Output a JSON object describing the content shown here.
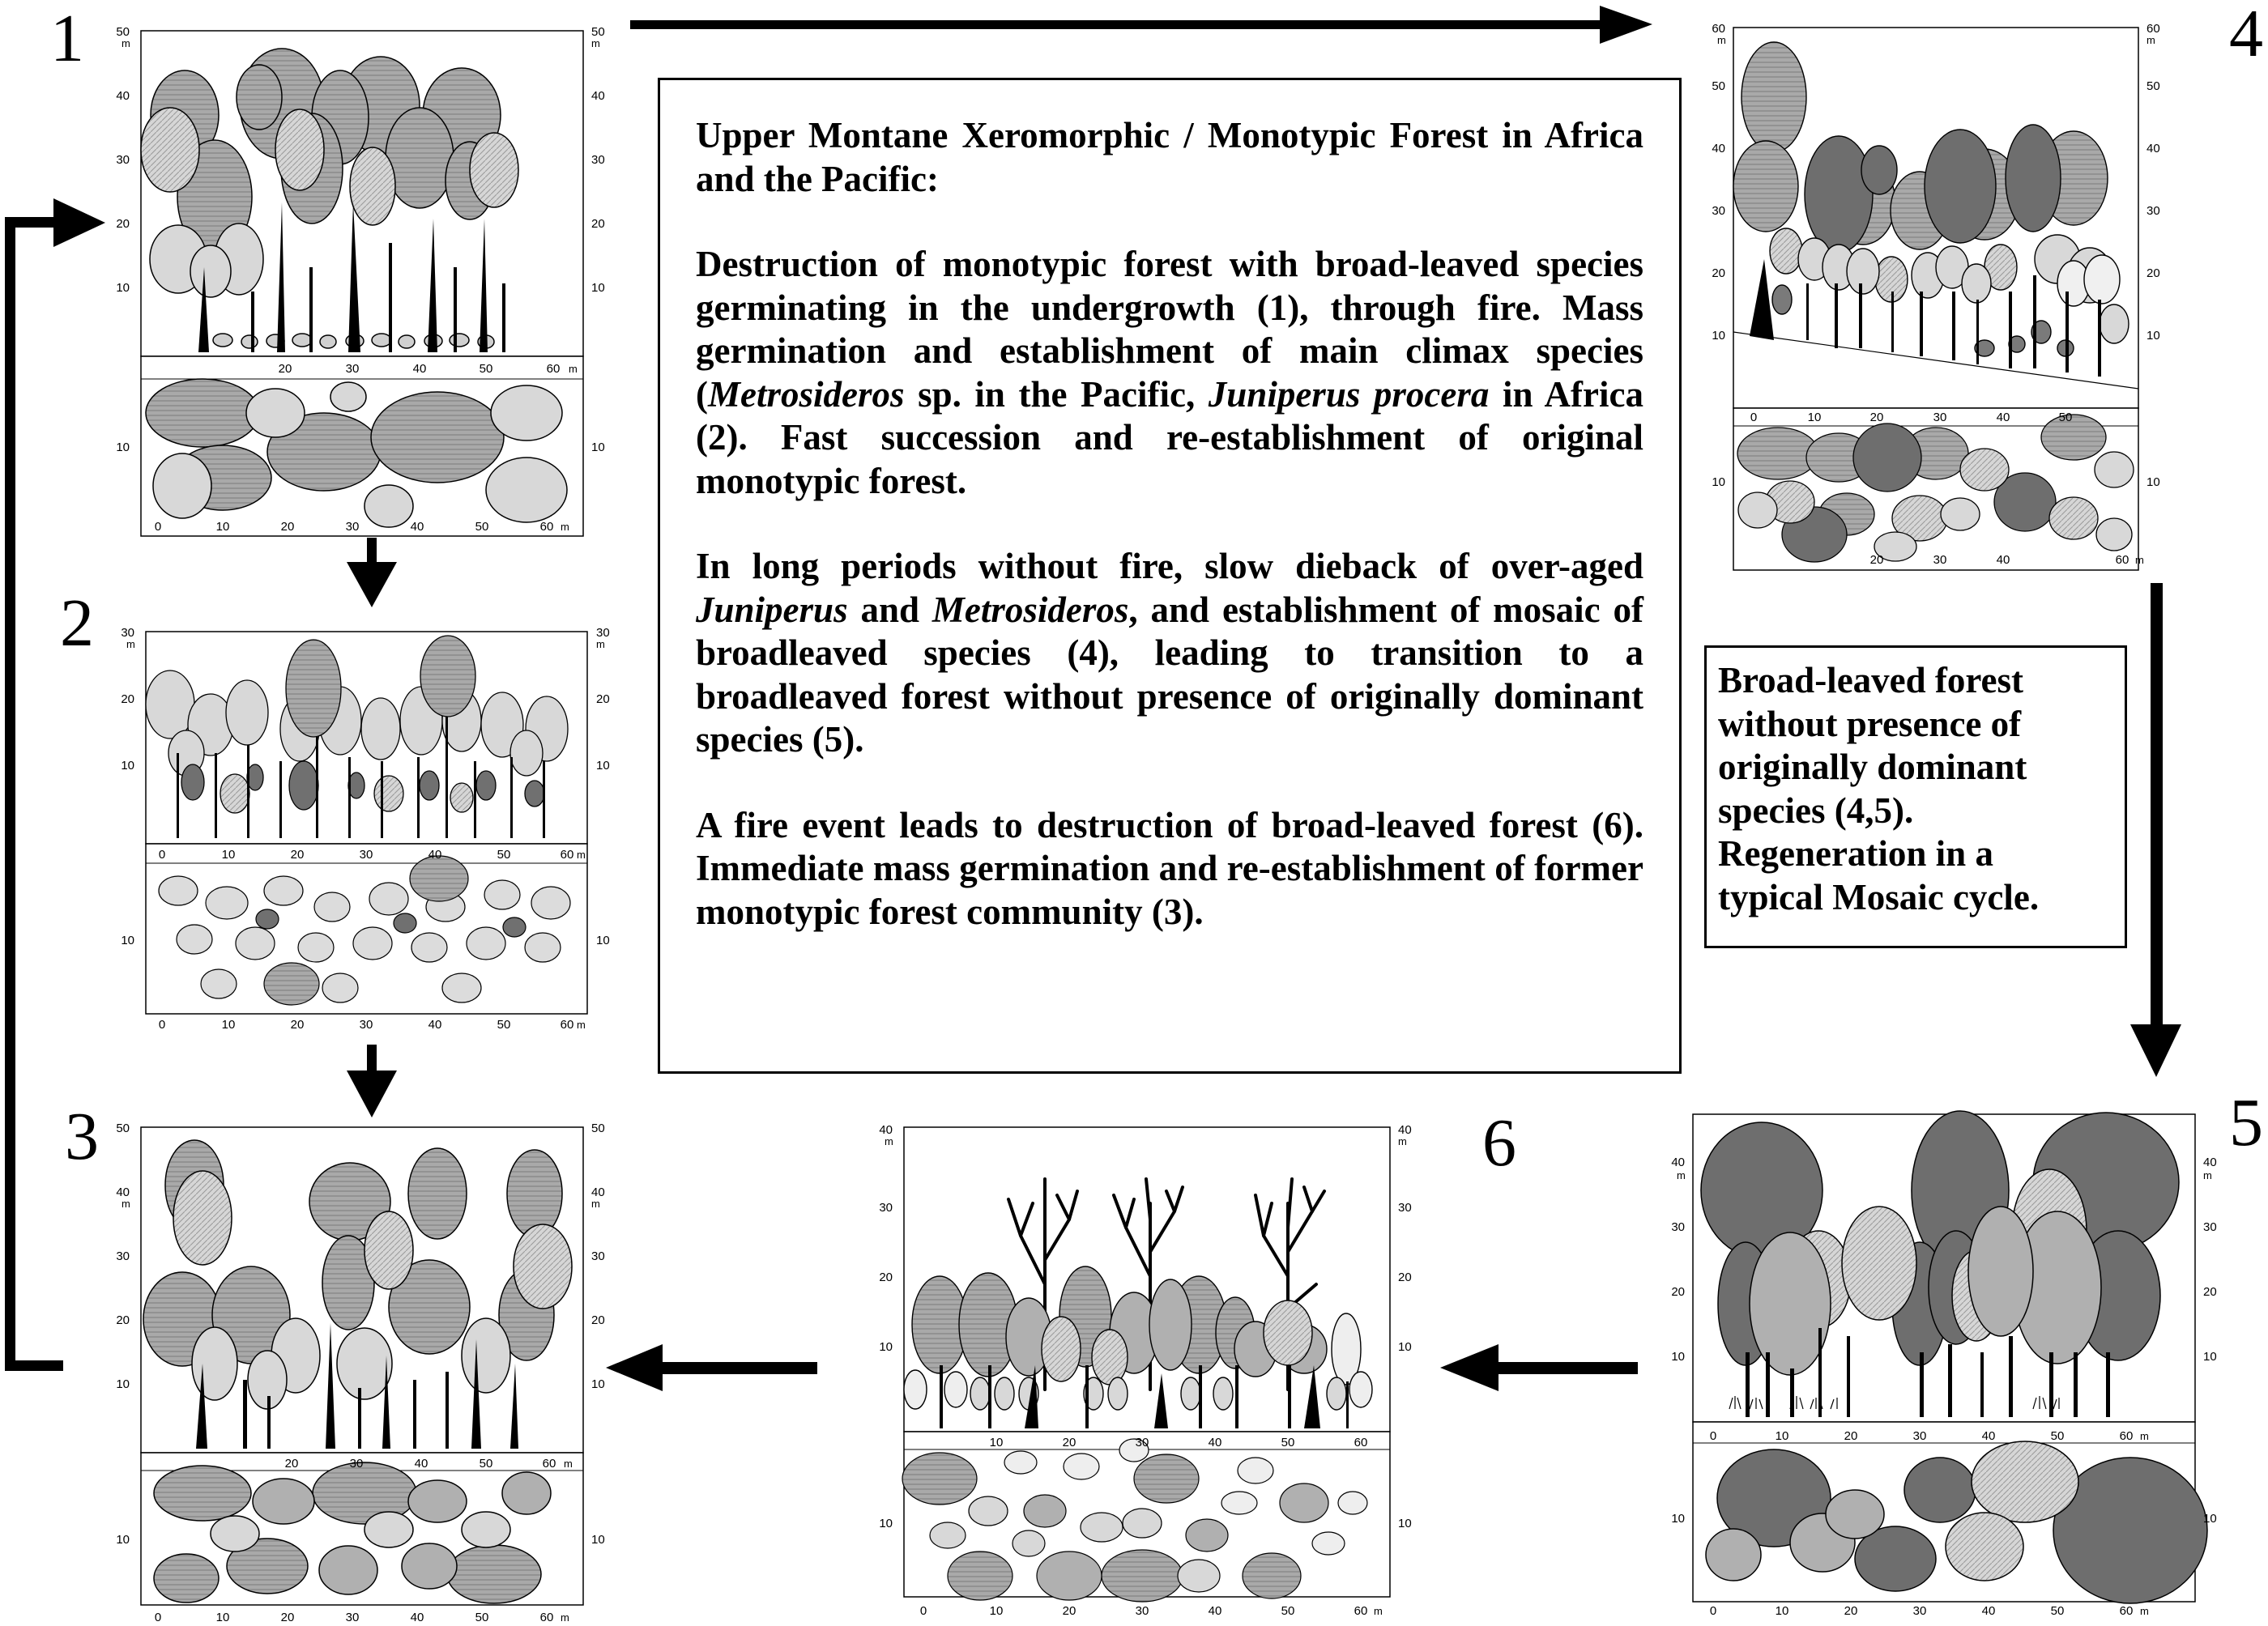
{
  "panels": [
    {
      "label": "1"
    },
    {
      "label": "2"
    },
    {
      "label": "3"
    },
    {
      "label": "4"
    },
    {
      "label": "5"
    },
    {
      "label": "6"
    }
  ],
  "main_text": {
    "title": "Upper Montane Xeromorphic / Monotypic Forest in Africa and the Pacific:",
    "para1_a": "Destruction of monotypic forest with broad-leaved species germinating in the undergrowth (1), through fire. Mass germination and establishment of  main climax species (",
    "para1_i1": "Metrosideros",
    "para1_b": " sp. in the Pacific, ",
    "para1_i2": "Juniperus procera",
    "para1_c": " in Africa (2). Fast succession and re-establishment of original monotypic forest.",
    "para2_a": "In long periods without fire, slow dieback of over-aged ",
    "para2_i1": "Juniperus",
    "para2_b": " and ",
    "para2_i2": "Metrosideros",
    "para2_c": ", and establishment of mosaic of broadleaved species (4), leading to transition to a broadleaved forest without presence of originally dominant species (5).",
    "para3": "A fire event leads to destruction of broad-leaved forest (6). Immediate mass germination and re-establishment of former monotypic forest community (3)."
  },
  "side_text": "Broad-leaved forest without presence of originally dominant species (4,5). Regeneration in a typical Mosaic cycle.",
  "axes": {
    "p1": {
      "y": [
        "50",
        "40",
        "30",
        "20",
        "10"
      ],
      "x_top": [
        "20",
        "30",
        "40",
        "50",
        "60"
      ],
      "x_bottom": [
        "0",
        "10",
        "20",
        "30",
        "40",
        "50",
        "60"
      ],
      "plan_y": "10",
      "unit": "m"
    },
    "p2": {
      "y": [
        "30",
        "20",
        "10"
      ],
      "x_top": [
        "0",
        "10",
        "20",
        "30",
        "40",
        "50",
        "60"
      ],
      "x_bottom": [
        "0",
        "10",
        "20",
        "30",
        "40",
        "50",
        "60"
      ],
      "plan_y": "10",
      "unit": "m"
    },
    "p3": {
      "y": [
        "50",
        "40",
        "30",
        "20",
        "10"
      ],
      "x_top": [
        "20",
        "30",
        "40",
        "50",
        "60"
      ],
      "x_bottom": [
        "0",
        "10",
        "20",
        "30",
        "40",
        "50",
        "60"
      ],
      "plan_y": "10",
      "unit": "m"
    },
    "p4": {
      "y": [
        "60",
        "50",
        "40",
        "30",
        "20",
        "10"
      ],
      "x_top": [
        "0",
        "10",
        "20",
        "30",
        "40",
        "50"
      ],
      "x_bottom": [
        "20",
        "30",
        "40",
        "60"
      ],
      "plan_y": "10",
      "unit": "m"
    },
    "p5": {
      "y": [
        "40",
        "30",
        "20",
        "10"
      ],
      "x_top": [
        "0",
        "10",
        "20",
        "30",
        "40",
        "50",
        "60"
      ],
      "x_bottom": [
        "0",
        "10",
        "20",
        "30",
        "40",
        "50",
        "60"
      ],
      "plan_y": "10",
      "unit": "m"
    },
    "p6": {
      "y": [
        "40",
        "30",
        "20",
        "10"
      ],
      "x_top": [
        "10",
        "20",
        "30",
        "40",
        "50",
        "60"
      ],
      "x_bottom": [
        "0",
        "10",
        "20",
        "30",
        "40",
        "50",
        "60"
      ],
      "plan_y": "10",
      "unit": "m"
    }
  },
  "colors": {
    "crown_dark": "#6e6e6e",
    "crown_mid": "#a8a8a8",
    "crown_light": "#d6d6d6",
    "crown_pale": "#eeeeee",
    "ink": "#000000"
  }
}
